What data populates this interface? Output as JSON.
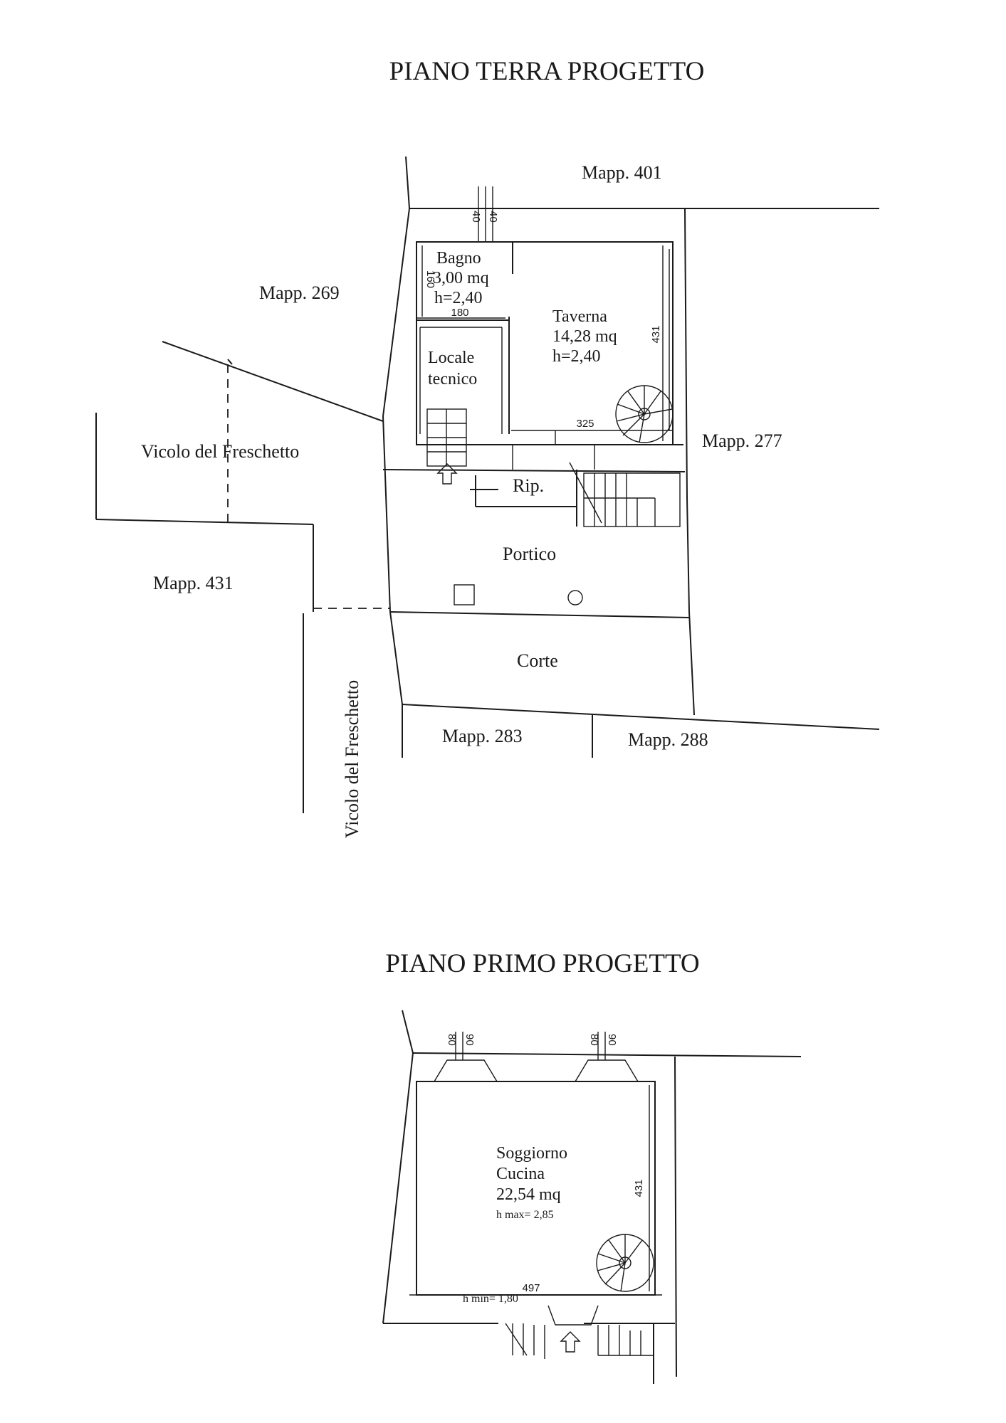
{
  "ground_floor": {
    "title": "PIANO TERRA PROGETTO",
    "neighbors": {
      "n401": "Mapp. 401",
      "n269": "Mapp. 269",
      "n277": "Mapp. 277",
      "n431": "Mapp. 431",
      "n283": "Mapp. 283",
      "n288": "Mapp. 288"
    },
    "streets": {
      "vicolo_horizontal": "Vicolo del Freschetto",
      "vicolo_vertical": "Vicolo del Freschetto"
    },
    "rooms": {
      "bagno_name": "Bagno",
      "bagno_area": "3,00 mq",
      "bagno_height": "h=2,40",
      "taverna_name": "Taverna",
      "taverna_area": "14,28 mq",
      "taverna_height": "h=2,40",
      "locale_line1": "Locale",
      "locale_line2": "tecnico",
      "ripostiglio": "Rip.",
      "portico": "Portico",
      "corte": "Corte"
    },
    "dimensions": {
      "window_a": "40",
      "window_b": "40",
      "bagno_width": "180",
      "bagno_depth": "160",
      "taverna_depth": "431",
      "taverna_width": "325"
    }
  },
  "first_floor": {
    "title": "PIANO PRIMO PROGETTO",
    "rooms": {
      "name_line1": "Soggiorno",
      "name_line2": "Cucina",
      "area": "22,54 mq",
      "h_max": "h max= 2,85",
      "h_min": "h min= 1,80"
    },
    "dimensions": {
      "window1_a": "80",
      "window1_b": "90",
      "window2_a": "80",
      "window2_b": "90",
      "depth": "431",
      "width": "497"
    }
  }
}
